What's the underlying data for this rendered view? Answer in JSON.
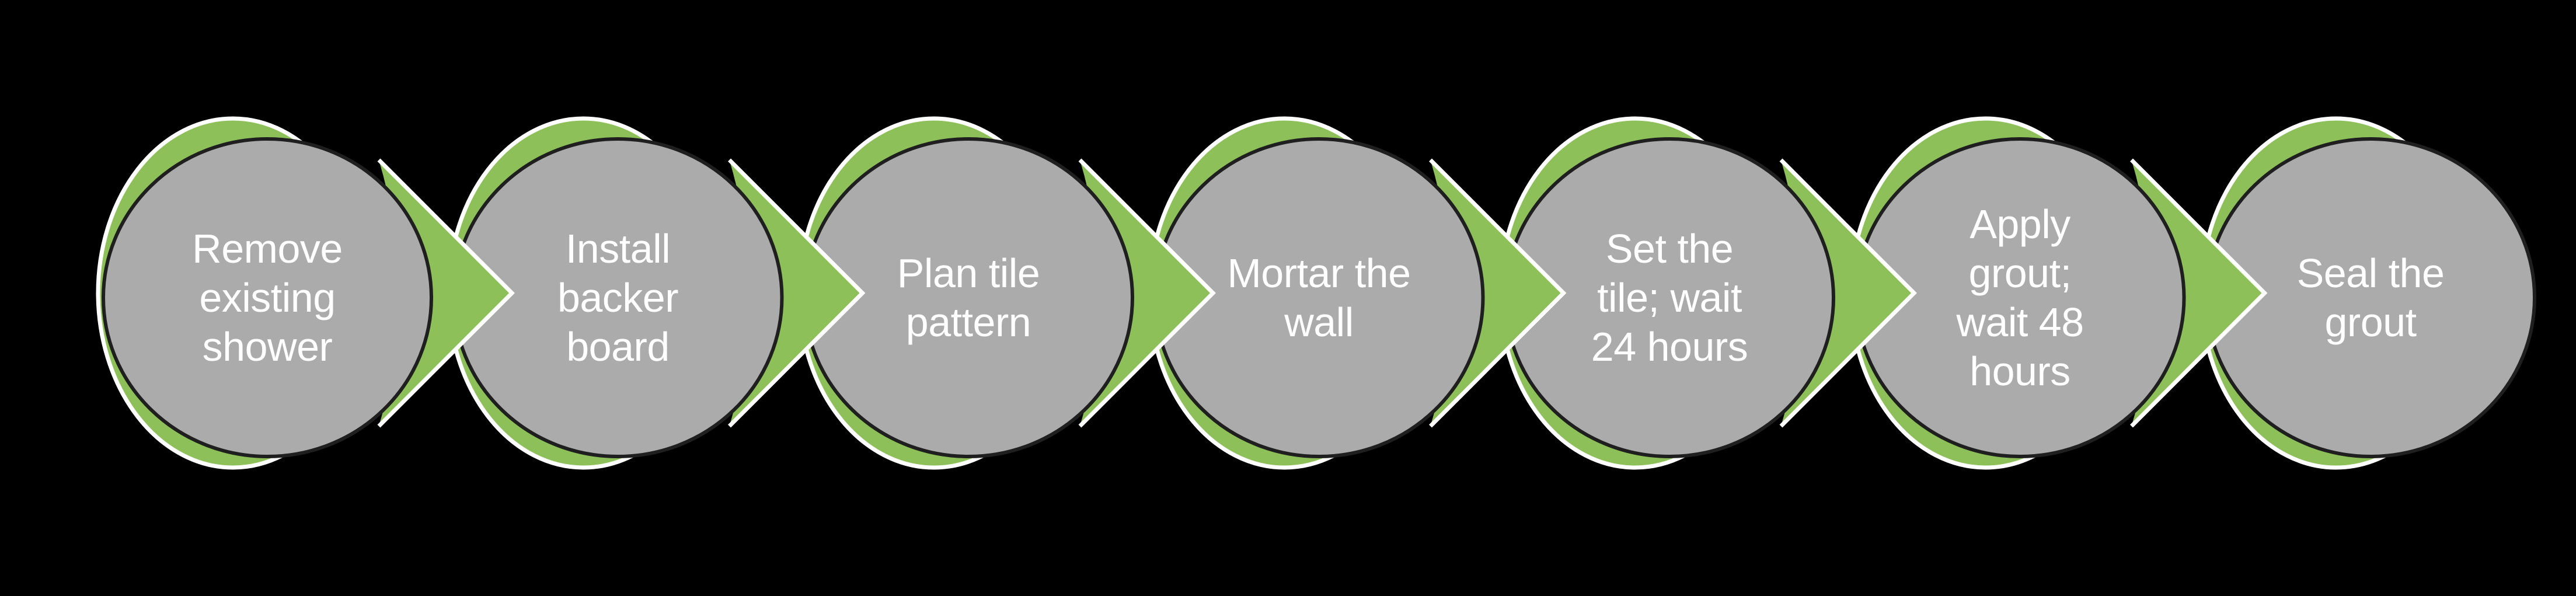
{
  "diagram": {
    "type": "process-flow",
    "direction": "left-to-right",
    "step_count": 7,
    "colors": {
      "background": "#000000",
      "accent_green": "#8EC05A",
      "node_gray": "#ABABAB",
      "node_ring": "#1F1F1F",
      "outline_white": "#FFFFFF",
      "text_white": "#FFFFFF"
    },
    "steps": [
      {
        "label": "Remove existing shower",
        "lines": [
          "Remove",
          "existing",
          "shower"
        ]
      },
      {
        "label": "Install backer board",
        "lines": [
          "Install",
          "backer",
          "board"
        ]
      },
      {
        "label": "Plan tile pattern",
        "lines": [
          "Plan tile",
          "pattern"
        ]
      },
      {
        "label": "Mortar the wall",
        "lines": [
          "Mortar the",
          "wall"
        ]
      },
      {
        "label": "Set the tile; wait 24 hours",
        "lines": [
          "Set the",
          "tile; wait",
          "24 hours"
        ]
      },
      {
        "label": "Apply grout; wait 48 hours",
        "lines": [
          "Apply",
          "grout;",
          "wait 48",
          "hours"
        ]
      },
      {
        "label": "Seal the grout",
        "lines": [
          "Seal the",
          "grout"
        ]
      }
    ]
  }
}
